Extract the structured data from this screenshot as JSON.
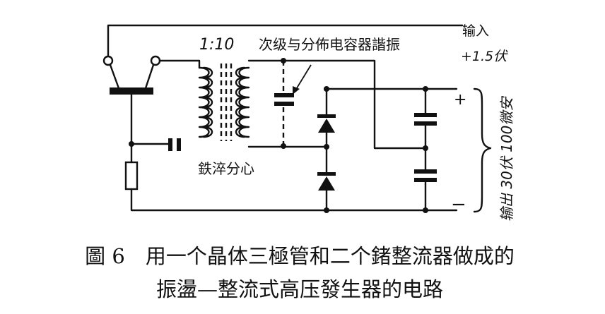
{
  "labels": {
    "ratio": "1:10",
    "secondary_capacitance": "次级与分佈电容器諧振",
    "input": "输入",
    "input_voltage": "+1.5伏",
    "core": "鉄淬分心",
    "output": "输出 30伏 100微安",
    "plus": "+",
    "minus": "−"
  },
  "caption": {
    "line1": "圖 6　用一个晶体三極管和二个鍺整流器做成的",
    "line2": "振盪—整流式高压發生器的电路"
  }
}
